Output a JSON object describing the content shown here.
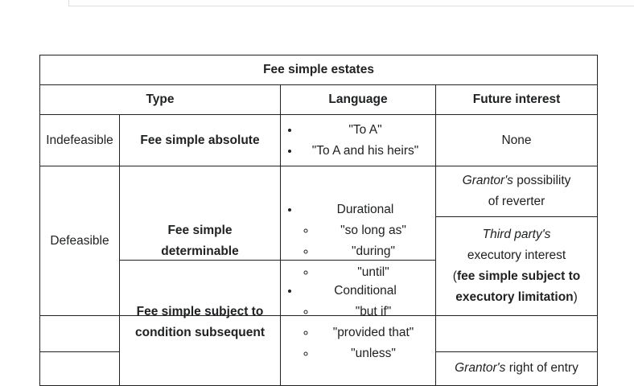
{
  "table": {
    "caption": "Fee simple estates",
    "headers": {
      "type": "Type",
      "language": "Language",
      "future": "Future interest"
    },
    "indefeasible": {
      "category": "Indefeasible",
      "estate": "Fee simple absolute",
      "language": [
        "\"To A\"",
        "\"To A and his heirs\""
      ],
      "future": "None"
    },
    "defeasible": {
      "category": "Defeasible",
      "determinable": {
        "estate_line1": "Fee simple",
        "estate_line2": "determinable",
        "language_head": "Durational",
        "language_items": [
          "\"so long as\"",
          "\"during\"",
          "\"until\""
        ],
        "future_italic": "Grantor's",
        "future_rest_line1": " possibility",
        "future_rest_line2": "of reverter"
      },
      "subsequent": {
        "estate_line1": "Fee simple subject to",
        "estate_line2": "condition subsequent",
        "language_head": "Conditional",
        "language_items": [
          "\"but if\"",
          "\"provided that\"",
          "\"unless\""
        ],
        "third_party": {
          "italic": "Third party's",
          "line2": "executory interest",
          "open_paren": "(",
          "bold_line3": "fee simple subject to",
          "bold_line4": "executory limitation",
          "close_paren": ")"
        },
        "right_of_entry": {
          "italic": "Grantor's",
          "rest": " right of entry"
        }
      }
    }
  }
}
